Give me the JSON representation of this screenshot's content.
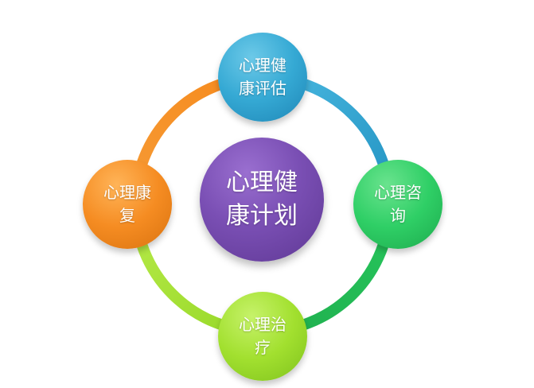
{
  "diagram": {
    "center": {
      "line1": "心理健",
      "line2": "康计划"
    },
    "nodes": {
      "top": {
        "line1": "心理健",
        "line2": "康评估"
      },
      "right": {
        "line1": "心理咨",
        "line2": "询"
      },
      "bottom": {
        "line1": "心理治",
        "line2": "疗"
      },
      "left": {
        "line1": "心理康",
        "line2": "复"
      }
    },
    "colors": {
      "center": "#7a4fb4",
      "top": "#35a9d4",
      "right": "#2fcf66",
      "bottom": "#a2e02f",
      "left": "#f58c22"
    }
  }
}
